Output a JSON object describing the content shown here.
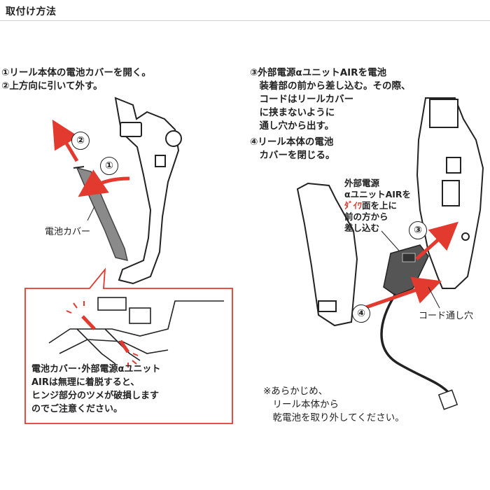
{
  "header": {
    "title": "取付け方法"
  },
  "left": {
    "steps": [
      "①リール本体の電池カバーを開く。",
      "②上方向に引いて外す。"
    ],
    "markers": [
      "①",
      "②"
    ],
    "cover_label": "電池カバー",
    "warning": [
      "電池カバー･外部電源αユニット",
      "AIRは無理に着脱すると、",
      "ヒンジ部分のツメが破損します",
      "のでご注意ください。"
    ]
  },
  "right": {
    "steps": [
      "③外部電源αユニットAIRを電池",
      "　装着部の前から差し込む。その際、",
      "　コードはリールカバー",
      "　に挟まないように",
      "　通し穴から出す。",
      "④リール本体の電池",
      "　カバーを閉じる。"
    ],
    "markers": [
      "③",
      "④"
    ],
    "inset": {
      "line1": "外部電源",
      "line2": "αユニットAIRを",
      "line3_red": "ﾀﾞｲﾜ",
      "line3_rest": "面を上に",
      "line4": "前の方から",
      "line5": "差し込む"
    },
    "cord_label": "コード通し穴",
    "note": [
      "※あらかじめ、",
      "　リール本体から",
      "　乾電池を取り外してください。"
    ]
  },
  "colors": {
    "accent": "#e23a2e",
    "ink": "#222222",
    "outline_gray": "#8a8a8a"
  }
}
